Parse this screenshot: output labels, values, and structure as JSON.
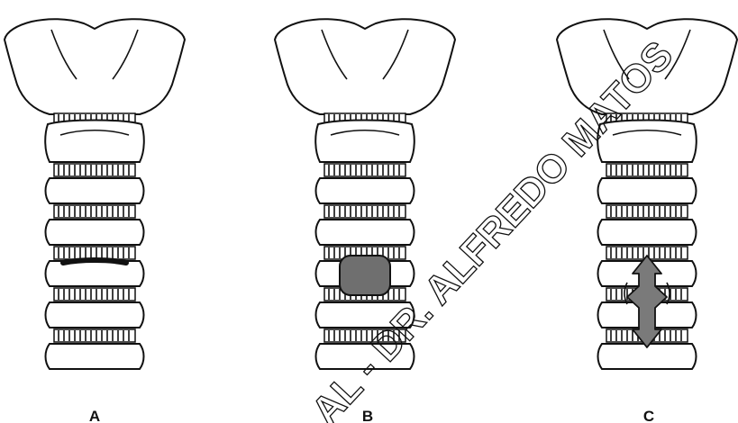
{
  "figure": {
    "panels": [
      {
        "label": "A",
        "procedure": "incision",
        "fill_color": "#111111"
      },
      {
        "label": "B",
        "procedure": "window",
        "fill_color": "#6f6f6f"
      },
      {
        "label": "C",
        "procedure": "vertical-flap",
        "fill_color": "#7a7a7a"
      }
    ],
    "watermark": "AL - DR. ALFREDO MATOS",
    "colors": {
      "line": "#111111",
      "background": "#ffffff"
    }
  }
}
